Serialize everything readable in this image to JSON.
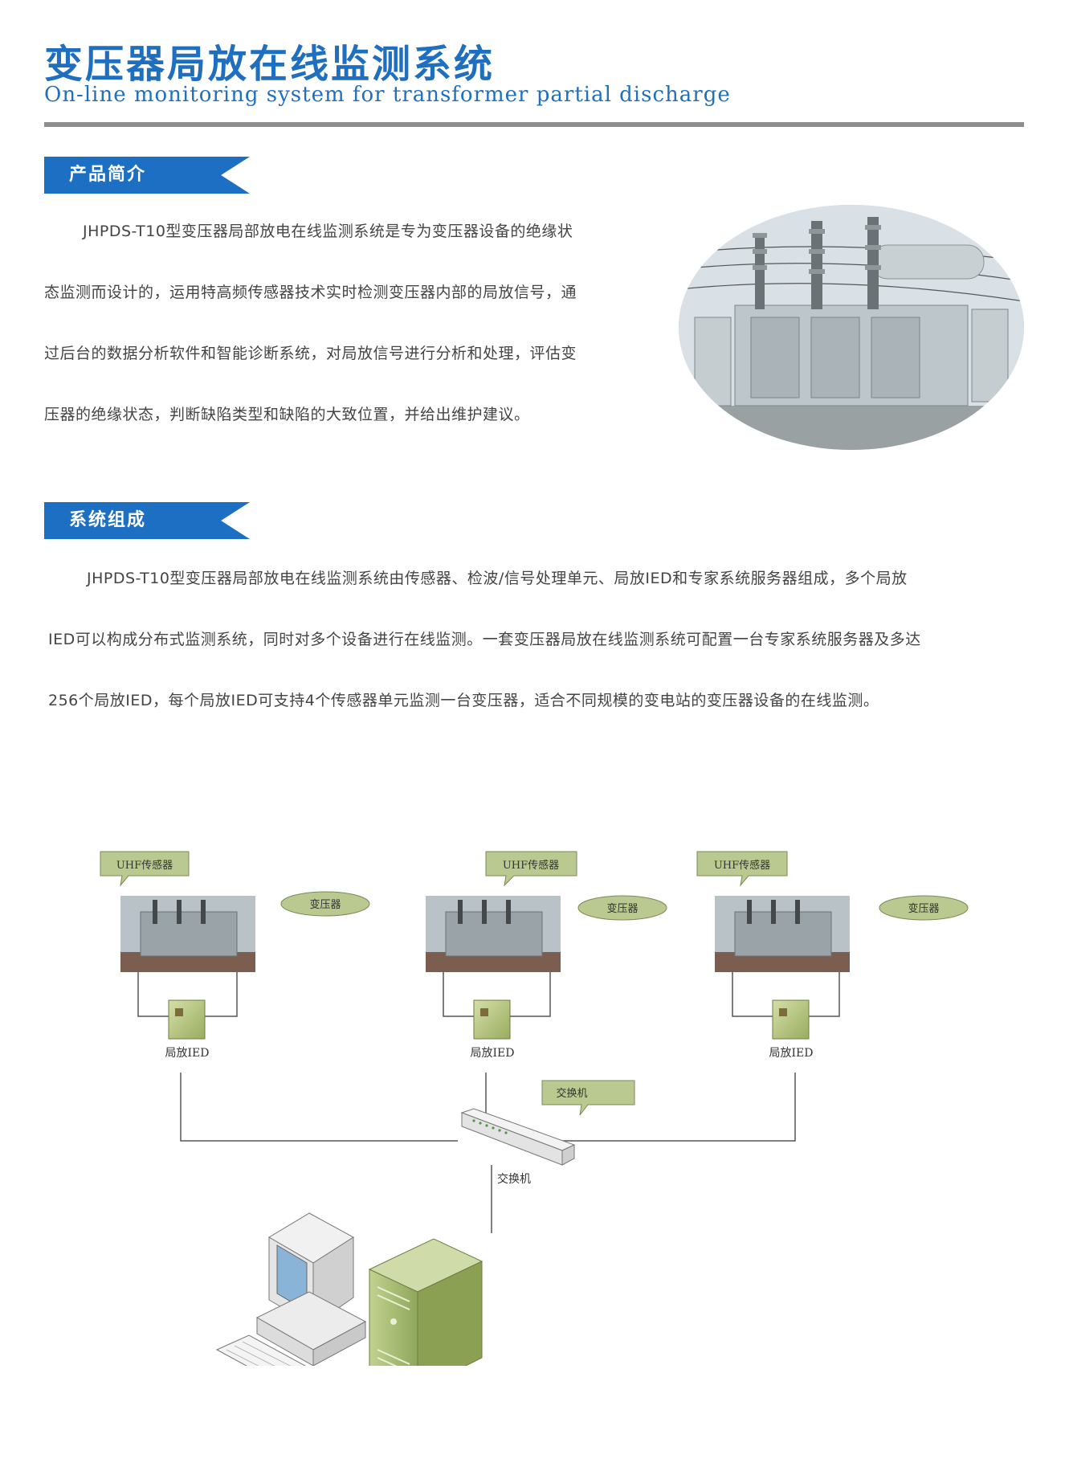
{
  "header": {
    "title_cn": "变压器局放在线监测系统",
    "title_en": "On-line monitoring system for transformer partial discharge"
  },
  "intro": {
    "heading": "产品简介",
    "lines": [
      "JHPDS-T10型变压器局部放电在线监测系统是专为变压器设备的绝缘状",
      "态监测而设计的，运用特高频传感器技术实时检测变压器内部的局放信号，通",
      "过后台的数据分析软件和智能诊断系统，对局放信号进行分析和处理，评估变",
      "压器的绝缘状态，判断缺陷类型和缺陷的大致位置，并给出维护建议。"
    ]
  },
  "composition": {
    "heading": "系统组成",
    "lines": [
      "JHPDS-T10型变压器局部放电在线监测系统由传感器、检波/信号处理单元、局放IED和专家系统服务器组成，多个局放",
      "IED可以构成分布式监测系统，同时对多个设备进行在线监测。一套变压器局放在线监测系统可配置一台专家系统服务器及多达",
      "256个局放IED，每个局放IED可支持4个传感器单元监测一台变压器，适合不同规模的变电站的变压器设备的在线监测。"
    ]
  },
  "diagram": {
    "units": [
      {
        "sensor_label": "UHF传感器",
        "transformer_label": "变压器",
        "ied_label": "局放IED"
      },
      {
        "sensor_label": "UHF传感器",
        "transformer_label": "变压器",
        "ied_label": "局放IED"
      },
      {
        "sensor_label": "UHF传感器",
        "transformer_label": "变压器",
        "ied_label": "局放IED"
      }
    ],
    "switch_callout": "交换机",
    "switch_label": "交换机"
  },
  "colors": {
    "brand_blue": "#1d6fc4",
    "callout_green": "#b9c98f",
    "server_green": "#a8c07a"
  }
}
